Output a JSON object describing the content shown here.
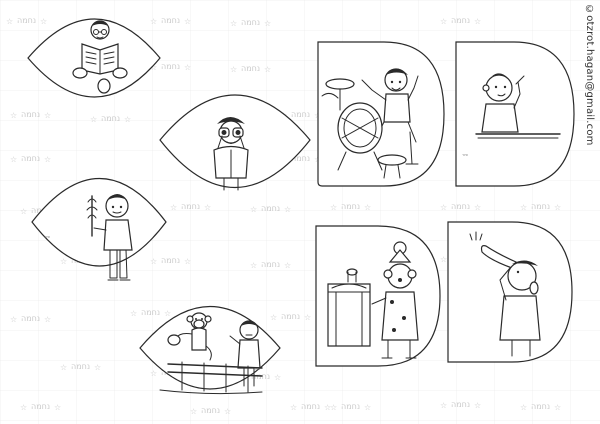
{
  "page": {
    "credit_text": "©otzrot.hagan@gmail.com",
    "background": "#ffffff",
    "line_color": "#2a2a2a",
    "watermark_color": "#c4c4c4"
  },
  "cutouts": [
    {
      "shape": "lens",
      "picture": "boy-reading-book"
    },
    {
      "shape": "lens",
      "picture": "boy-with-binoculars"
    },
    {
      "shape": "lens",
      "picture": "boy-holding-lulav"
    },
    {
      "shape": "lens",
      "picture": "monkey-and-boy-at-fence"
    },
    {
      "shape": "d-shape",
      "picture": "boy-playing-drums"
    },
    {
      "shape": "d-shape",
      "picture": "boy-leaning-on-table"
    },
    {
      "shape": "d-shape",
      "picture": "clown-at-table"
    },
    {
      "shape": "d-shape",
      "picture": "boy-blowing-shofar"
    }
  ]
}
